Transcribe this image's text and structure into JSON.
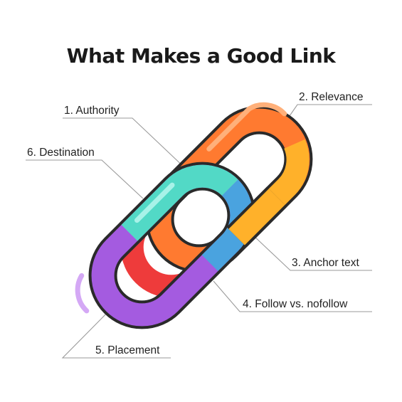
{
  "title": "What Makes a Good Link",
  "labels": {
    "authority": "1. Authority",
    "relevance": "2. Relevance",
    "anchor_text": "3. Anchor text",
    "follow": "4. Follow vs. nofollow",
    "placement": "5. Placement",
    "destination": "6. Destination"
  },
  "colors": {
    "red": "#ee3b3b",
    "orange": "#ff7a30",
    "yellow": "#ffb12a",
    "purple": "#a45be0",
    "teal": "#52d9c6",
    "blue": "#4aa3df",
    "outline": "#2a2a2a"
  }
}
